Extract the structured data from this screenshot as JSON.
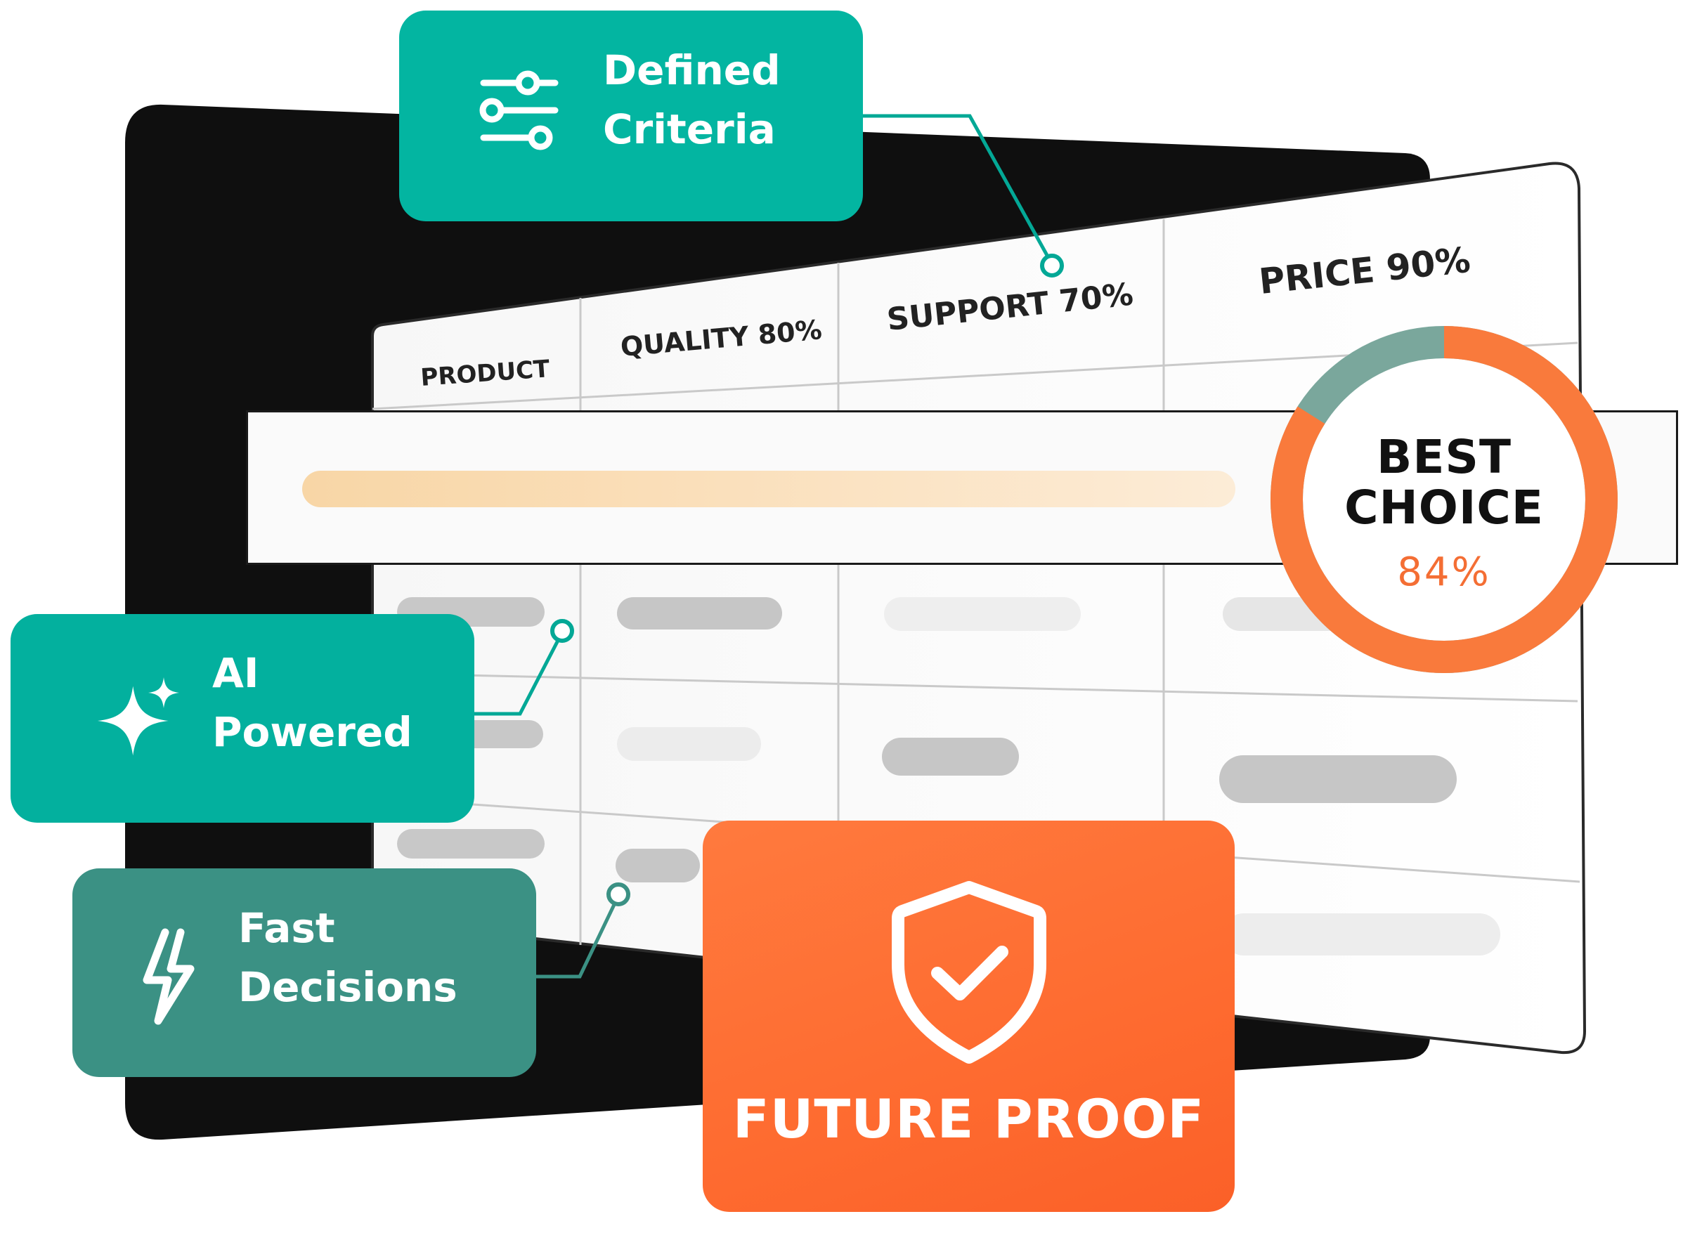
{
  "colors": {
    "teal": "#03b5a1",
    "teal_dark": "#3b9184",
    "orange": "#fe6e34",
    "panel_black": "#111111",
    "ring_orange": "#f97a3c",
    "ring_gray": "#7aa79c"
  },
  "table": {
    "headers": [
      "PRODUCT",
      "QUALITY 80%",
      "SUPPORT 70%",
      "PRICE 90%"
    ]
  },
  "best_choice": {
    "line1": "BEST",
    "line2": "CHOICE",
    "percent": "84%",
    "fraction": 0.84
  },
  "cards": {
    "defined": {
      "line1": "Defined",
      "line2": "Criteria",
      "icon": "sliders-icon"
    },
    "ai": {
      "line1": "AI",
      "line2": "Powered",
      "icon": "sparkle-icon"
    },
    "fast": {
      "line1": "Fast",
      "line2": "Decisions",
      "icon": "lightning-icon"
    },
    "future": {
      "label": "FUTURE PROOF",
      "icon": "shield-check-icon"
    }
  }
}
